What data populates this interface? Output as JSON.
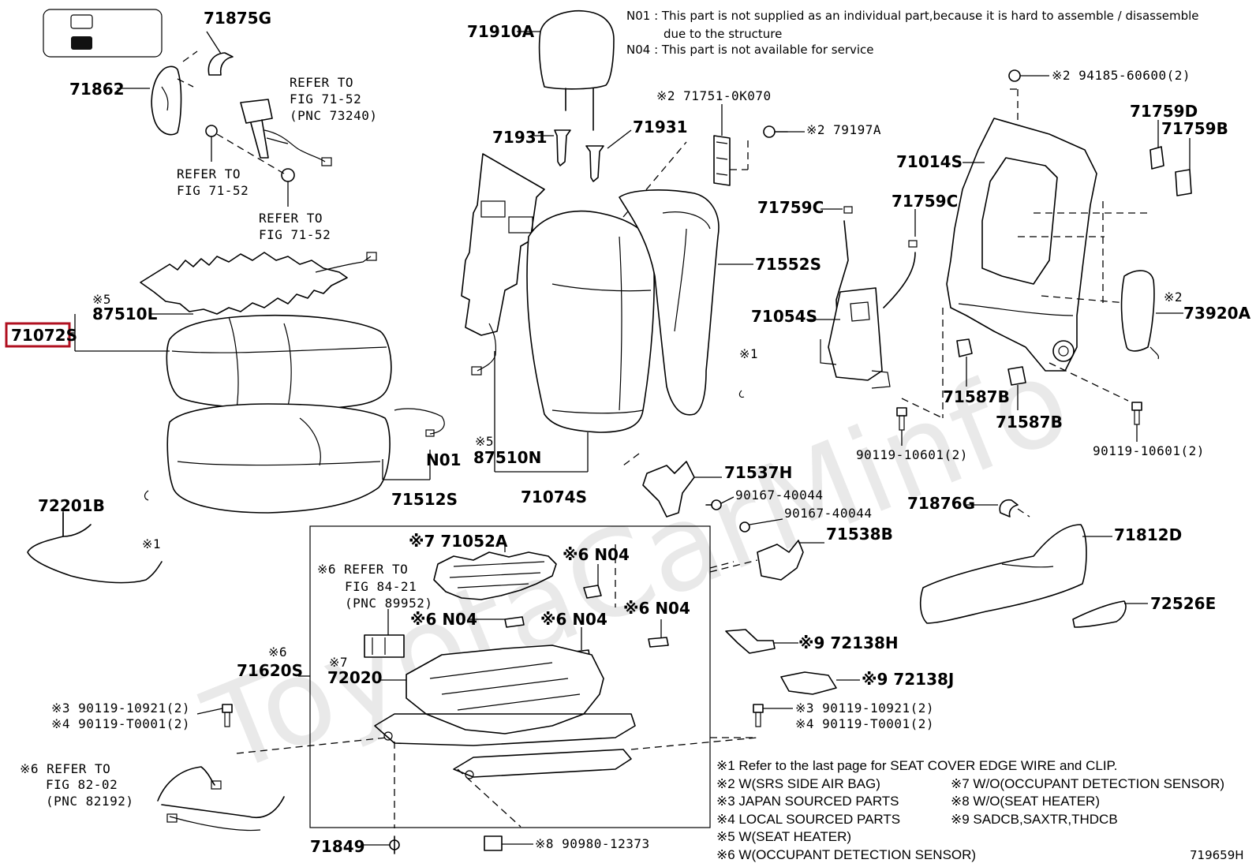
{
  "diagram_id": "719659H",
  "notes": {
    "n01_a": "N01 : This part is not supplied as an individual part,because it is hard to assemble / disassemble",
    "n01_b": "due to the structure",
    "n04": "N04 : This part is not available for service"
  },
  "watermark": "ToyotaCarMinfo",
  "highlighted_part": "71072S",
  "parts": {
    "p71875G": "71875G",
    "p71862": "71862",
    "p71910A": "71910A",
    "p71931a": "71931",
    "p71931b": "71931",
    "p71751": "※2 71751-0K070",
    "p79197A": "※2 79197A",
    "p94185": "※2 94185-60600(2)",
    "p71014S": "71014S",
    "p71759D": "71759D",
    "p71759B": "71759B",
    "p71759Ca": "71759C",
    "p71759Cb": "71759C",
    "p71552S": "71552S",
    "p71054S": "71054S",
    "p73920A": "73920A",
    "p73920A_note": "※2",
    "p87510L_note": "※5",
    "p87510L": "87510L",
    "p71072S": "71072S",
    "p87510N_note": "※5",
    "p87510N": "87510N",
    "pN01": "N01",
    "p71512S": "71512S",
    "p71074S": "71074S",
    "p71537H": "71537H",
    "p90167a": "90167-40044",
    "p90167b": "90167-40044",
    "p71538B": "71538B",
    "p71587Ba": "71587B",
    "p71587Bb": "71587B",
    "p90119_10601a": "90119-10601(2)",
    "p90119_10601b": "90119-10601(2)",
    "p71876G": "71876G",
    "p71812D": "71812D",
    "p72526E": "72526E",
    "p72201B": "72201B",
    "p_x1a": "※1",
    "p_x1b": "※1",
    "p71052A": "※7 71052A",
    "pN04a": "※6 N04",
    "pN04b": "※6 N04",
    "pN04c": "※6 N04",
    "pN04d": "※6 N04",
    "p72138H": "※9 72138H",
    "p72138J": "※9 72138J",
    "p71620S_note": "※6",
    "p71620S": "71620S",
    "p72020_note": "※7",
    "p72020": "72020",
    "p90119_10921a": "※3 90119-10921(2)",
    "p90119_T0001a": "※4 90119-T0001(2)",
    "p90119_10921b": "※3 90119-10921(2)",
    "p90119_T0001b": "※4 90119-T0001(2)",
    "p71849": "71849",
    "p90980": "※8 90980-12373"
  },
  "refs": {
    "r1a": "REFER TO",
    "r1b": "FIG 71-52",
    "r1c": "(PNC 73240)",
    "r2a": "REFER TO",
    "r2b": "FIG 71-52",
    "r3a": "REFER TO",
    "r3b": "FIG 71-52",
    "r4a": "※6 REFER TO",
    "r4b": "FIG 84-21",
    "r4c": "(PNC 89952)",
    "r5a": "※6 REFER TO",
    "r5b": "FIG 82-02",
    "r5c": "(PNC 82192)"
  },
  "legend": {
    "l1": "※1  Refer to the last page for SEAT COVER EDGE WIRE and CLIP.",
    "l2": "※2  W(SRS SIDE AIR BAG)",
    "l3": "※3  JAPAN SOURCED PARTS",
    "l4": "※4  LOCAL SOURCED PARTS",
    "l5": "※5  W(SEAT HEATER)",
    "l6": "※6  W(OCCUPANT DETECTION SENSOR)",
    "l7": "※7  W/O(OCCUPANT DETECTION SENSOR)",
    "l8": "※8  W/O(SEAT HEATER)",
    "l9": "※9  SADCB,SAXTR,THDCB"
  }
}
